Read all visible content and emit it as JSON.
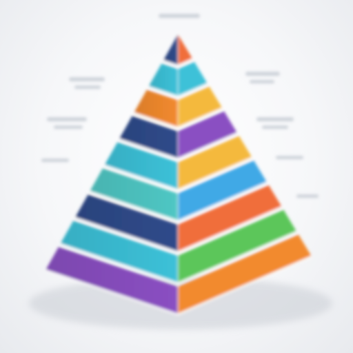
{
  "diagram": {
    "type": "layered-pyramid-3d",
    "colors": {
      "background": "#f4f5f7",
      "navy": "#2f4a8a",
      "cyan": "#3cc1d8",
      "sky": "#41a9e6",
      "orange": "#f28a2e",
      "amber": "#f4b93c",
      "purple": "#8a4fc2",
      "teal": "#4fc7c4",
      "green": "#5cc65a",
      "coral": "#f06e3a"
    },
    "layers_from_top": [
      {
        "left": "navy",
        "right": "coral"
      },
      {
        "left": "cyan",
        "right": "cyan"
      },
      {
        "left": "orange",
        "right": "amber"
      },
      {
        "left": "navy",
        "right": "purple"
      },
      {
        "left": "cyan",
        "right": "amber"
      },
      {
        "left": "teal",
        "right": "sky"
      },
      {
        "left": "navy",
        "right": "coral"
      },
      {
        "left": "cyan",
        "right": "green"
      },
      {
        "left": "purple",
        "right": "orange"
      }
    ]
  }
}
